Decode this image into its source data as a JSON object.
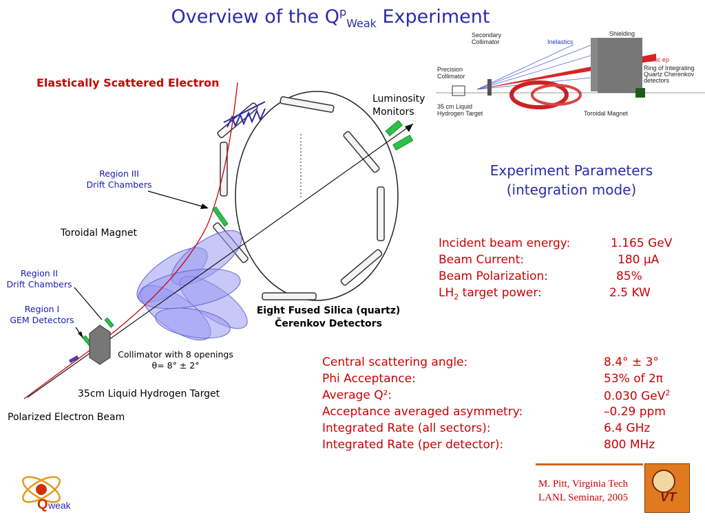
{
  "title": {
    "pre": "Overview of the Q",
    "sup": "p",
    "sub": "Weak",
    "post": " Experiment"
  },
  "labels": {
    "elastic": "Elastically Scattered Electron",
    "lumi_1": "Luminosity",
    "lumi_2": "Monitors",
    "region3_1": "Region III",
    "region3_2": "Drift Chambers",
    "toroid": "Toroidal Magnet",
    "region2_1": "Region II",
    "region2_2": "Drift Chambers",
    "region1_1": "Region I",
    "region1_2": "GEM Detectors",
    "quartz_1": "Eight Fused Silica (quartz)",
    "quartz_2": "Čerenkov Detectors",
    "collimator_1": "Collimator with 8 openings",
    "collimator_2": "θ= 8° ± 2°",
    "target": "35cm Liquid Hydrogen Target",
    "beam": "Polarized Electron Beam"
  },
  "inset": {
    "secondary_collimator_1": "Secondary",
    "secondary_collimator_2": "Collimator",
    "inelastics": "Inelastics",
    "shielding": "Shielding",
    "elastic_ep": "Elastic ep",
    "ring_1": "Ring of Integrating",
    "ring_2": "Quartz Cherenkov",
    "ring_3": "detectors",
    "precision_1": "Precision",
    "precision_2": "Collimator",
    "target_1": "35 cm Liquid",
    "target_2": "Hydrogen Target",
    "toroidal": "Toroidal Magnet"
  },
  "parameters": {
    "heading_1": "Experiment Parameters",
    "heading_2": "(integration mode)",
    "rows": [
      {
        "label": "Incident beam energy:",
        "value": "1.165 GeV"
      },
      {
        "label": "Beam Current:",
        "value": "180 μA"
      },
      {
        "label": "Beam Polarization:",
        "value": "85%"
      },
      {
        "label": "LH",
        "label_sub": "2",
        "label_post": " target power:",
        "value": "2.5 KW"
      }
    ]
  },
  "results": [
    {
      "label": "Central scattering angle:",
      "value": "8.4° ± 3°"
    },
    {
      "label": "Phi Acceptance:",
      "value": "53% of 2π"
    },
    {
      "label": "Average Q²:",
      "value": "0.030 GeV",
      "value_sup": "2"
    },
    {
      "label": "Acceptance averaged asymmetry:",
      "value": "–0.29 ppm"
    },
    {
      "label": "Integrated Rate (all sectors):",
      "value": "6.4 GHz"
    },
    {
      "label": "Integrated Rate (per detector):",
      "value": "800 MHz"
    }
  ],
  "footer": {
    "line1": "M. Pitt, Virginia Tech",
    "line2": "LANL Seminar, 2005"
  },
  "logo": {
    "text": "weak",
    "letter": "Q"
  },
  "vt_logo": {
    "text": "VT"
  },
  "colors": {
    "title": "#2b2ba8",
    "red": "#cc0000",
    "blue": "#1a1ab8",
    "green": "#22bb44",
    "coil": "#8888ee"
  }
}
